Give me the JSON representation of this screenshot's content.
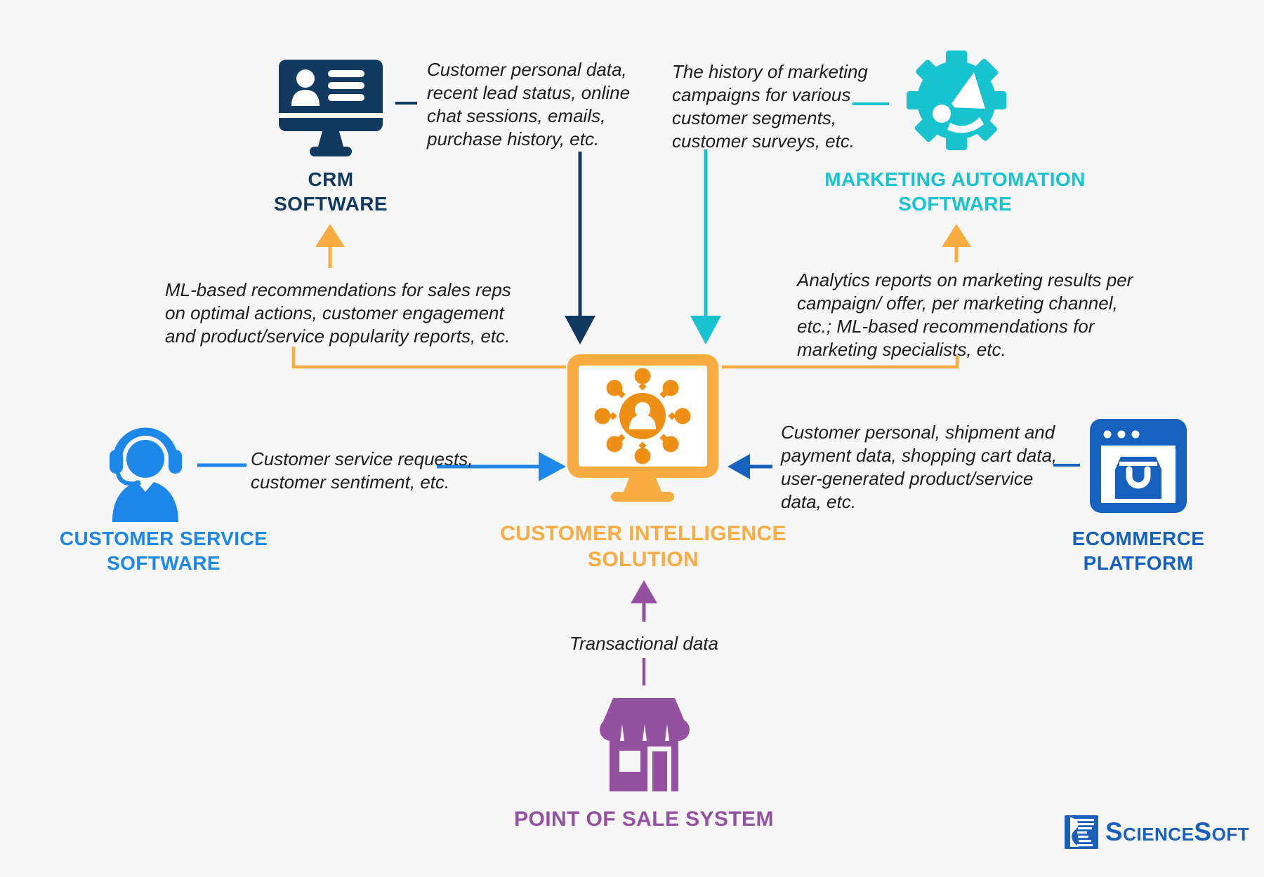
{
  "palette": {
    "background": "#f7f7f8",
    "navy": "#12395f",
    "teal": "#17c3ce",
    "bright_blue": "#1e88e8",
    "royal_blue": "#1660be",
    "orange": "#f9ac42",
    "orange_dark": "#ee9015",
    "purple": "#93519f",
    "text": "#1d1d1d",
    "logo_blue": "#1a5fb8"
  },
  "nodes": {
    "crm": {
      "label": [
        "CRM",
        "SOFTWARE"
      ]
    },
    "marketing": {
      "label": [
        "MARKETING AUTOMATION",
        "SOFTWARE"
      ]
    },
    "customer_service": {
      "label": [
        "CUSTOMER SERVICE",
        "SOFTWARE"
      ]
    },
    "ecommerce": {
      "label": [
        "ECOMMERCE",
        "PLATFORM"
      ]
    },
    "pos": {
      "label": [
        "POINT OF SALE SYSTEM"
      ]
    },
    "center": {
      "label": [
        "CUSTOMER INTELLIGENCE",
        "SOLUTION"
      ]
    }
  },
  "annotations": {
    "crm_to_center": [
      "Customer personal data,",
      "recent lead status, online",
      "chat sessions, emails,",
      "purchase history, etc."
    ],
    "marketing_to_center": [
      "The history of marketing",
      "campaigns for various",
      "customer segments,",
      "customer surveys, etc."
    ],
    "center_to_crm": [
      "ML-based recommendations for sales reps",
      "on optimal actions, customer engagement",
      "and product/service popularity reports, etc."
    ],
    "center_to_marketing": [
      "Analytics reports on marketing results per",
      "campaign/ offer, per marketing channel,",
      "etc.; ML-based recommendations for",
      "marketing specialists, etc."
    ],
    "service_to_center": [
      "Customer service requests,",
      "customer sentiment, etc."
    ],
    "ecommerce_to_center": [
      "Customer personal, shipment and",
      "payment data, shopping cart data,",
      "user-generated product/service",
      "data, etc."
    ],
    "pos_to_center": "Transactional data"
  },
  "branding": {
    "logo_text": "ScienceSoft"
  }
}
